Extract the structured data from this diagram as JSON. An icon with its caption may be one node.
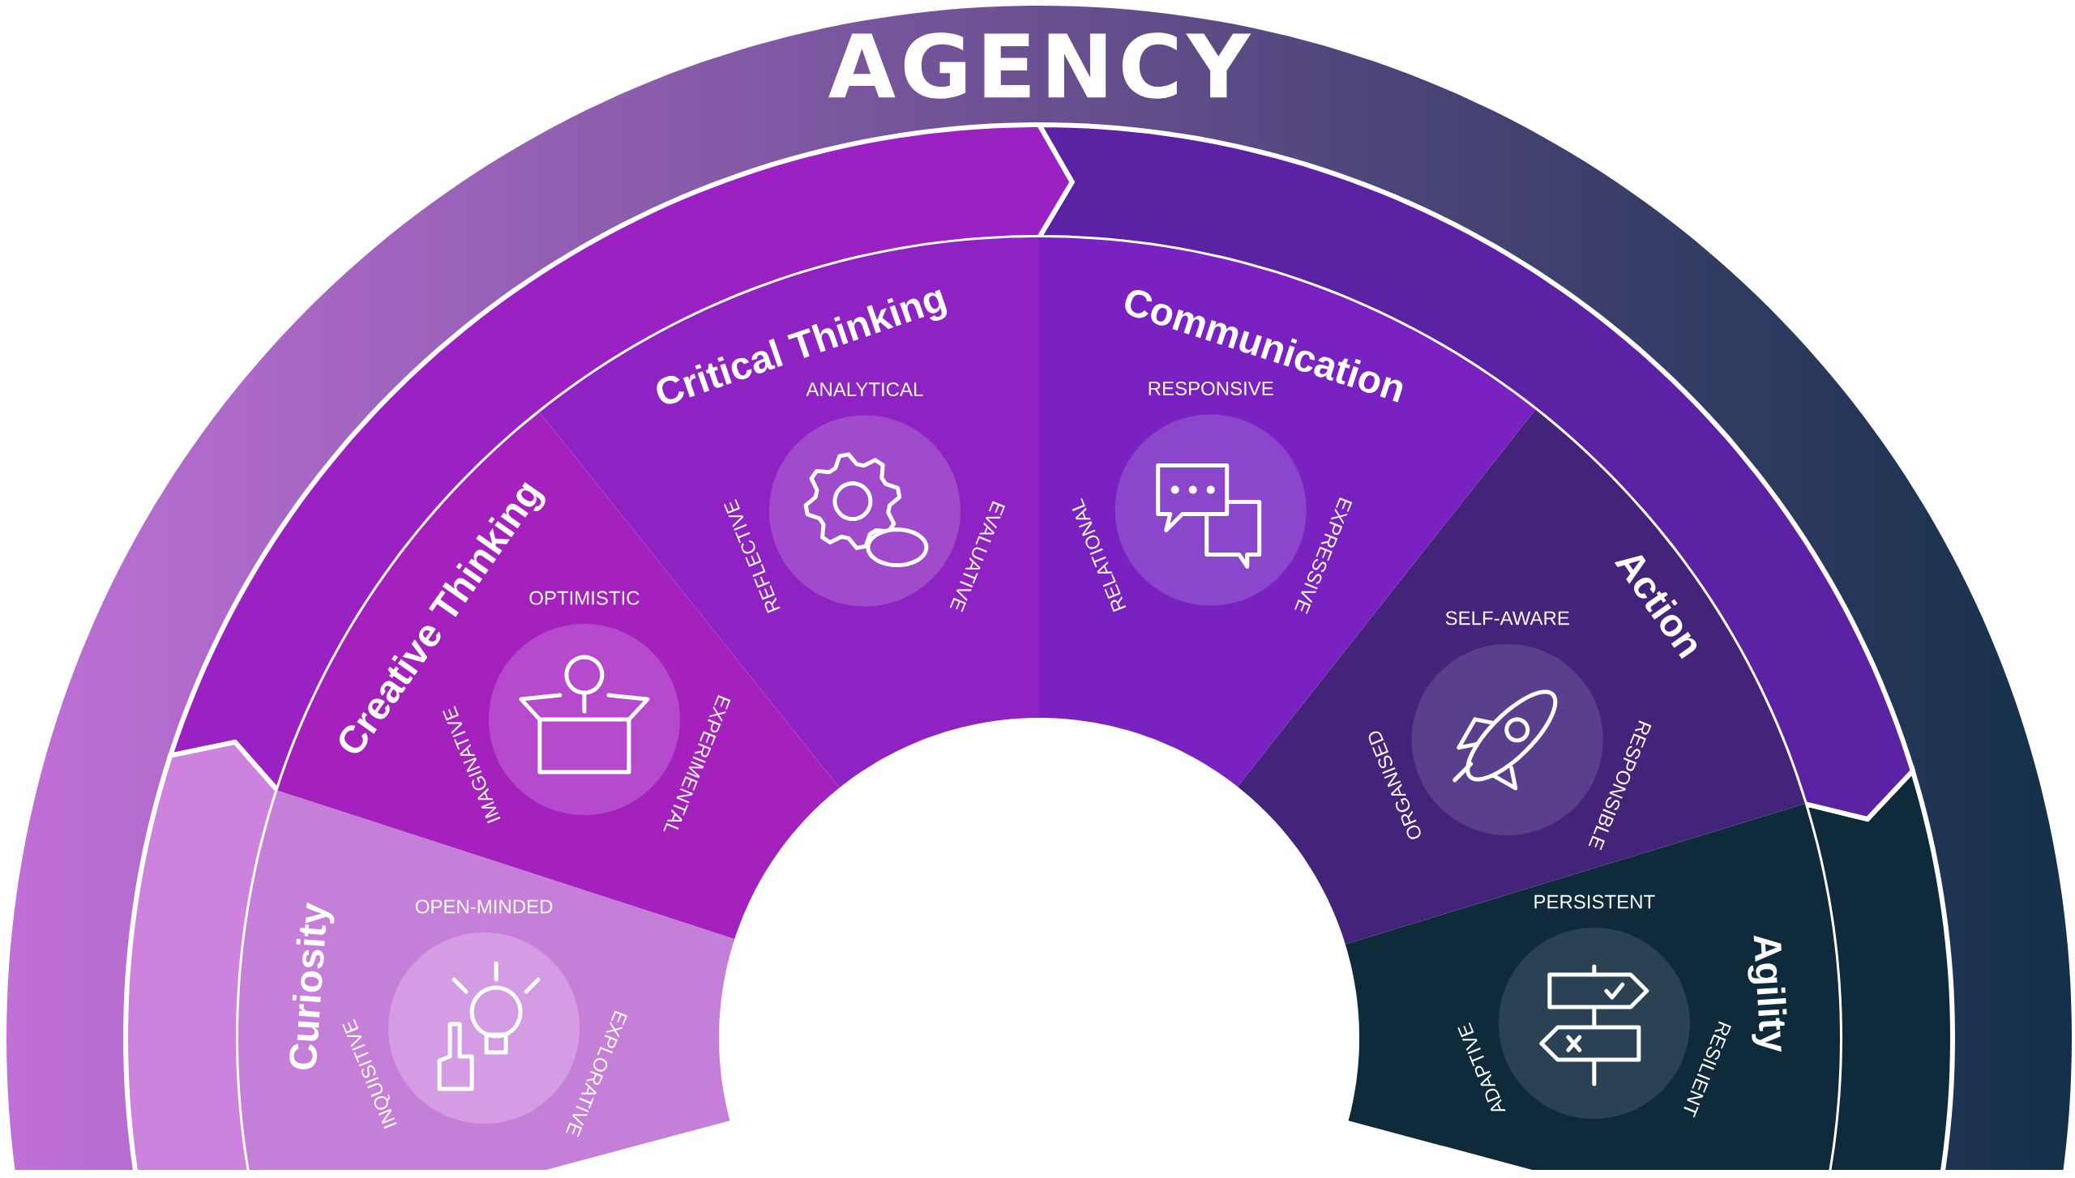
{
  "diagram": {
    "nodes": [
      {
        "text": [
          "AGENCY"
        ]
      },
      {
        "text": [
          "Curiosity"
        ]
      },
      {
        "text": [
          "OPEN-MINDED",
          "EXPLORATIVE",
          "INQUISITIVE"
        ],
        "in": 1
      },
      {
        "text": [
          "Creative Thinking"
        ]
      },
      {
        "text": [
          "OPTIMISTIC",
          "EXPERIMENTAL",
          "IMAGINATIVE"
        ],
        "in": 3
      },
      {
        "text": [
          "Critical Thinking"
        ]
      },
      {
        "text": [
          "ANALYTICAL",
          "EVALUATIVE",
          "REFLECTIVE"
        ],
        "in": 5
      },
      {
        "text": [
          "Communication"
        ]
      },
      {
        "text": [
          "RESPONSIVE",
          "EXPRESSIVE",
          "RELATIONAL"
        ],
        "in": 7
      },
      {
        "text": [
          "Action"
        ]
      },
      {
        "text": [
          "SELF-AWARE",
          "RESPONSIBLE",
          "ORGANISED"
        ],
        "in": 9
      },
      {
        "text": [
          "Agility"
        ]
      },
      {
        "text": [
          "PERSISTENT",
          "RESILIENT",
          "ADAPTIVE"
        ],
        "in": 11
      }
    ]
  }
}
